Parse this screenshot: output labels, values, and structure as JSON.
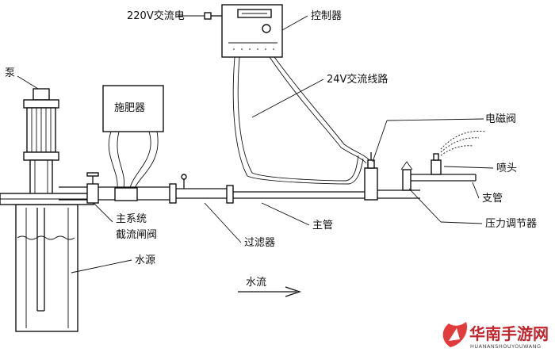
{
  "labels": {
    "power": "220V交流电",
    "controller": "控制器",
    "line24v": "24V交流线路",
    "solenoid": "电磁阀",
    "pump": "泵",
    "fertilizer": "施肥器",
    "nozzle": "喷头",
    "branch": "支管",
    "pressure_regulator": "压力调节器",
    "main_pipe": "主管",
    "main_valve_line1": "主系统",
    "main_valve_line2": "截流闸阀",
    "filter": "过滤器",
    "water_source": "水源",
    "water_flow": "水流"
  },
  "watermark": {
    "text": "华南手游网",
    "subtext": "HUANANSHOUYOUWANG"
  }
}
